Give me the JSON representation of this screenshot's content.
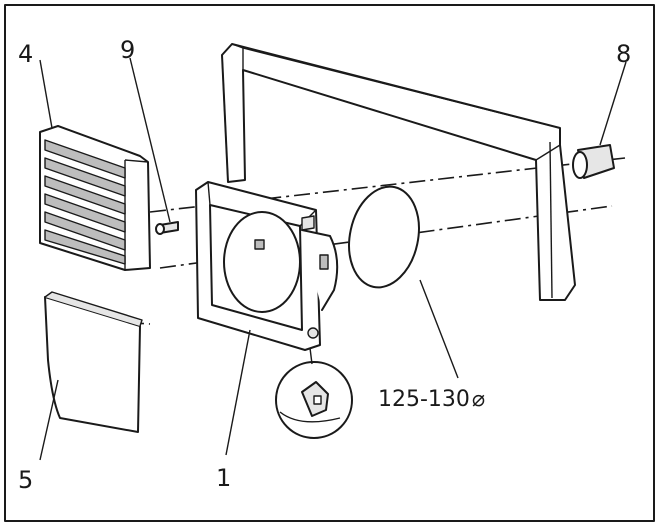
{
  "diagram": {
    "callouts": [
      {
        "id": "callout-4",
        "text": "4"
      },
      {
        "id": "callout-9",
        "text": "9"
      },
      {
        "id": "callout-8",
        "text": "8"
      },
      {
        "id": "callout-5",
        "text": "5"
      },
      {
        "id": "callout-1",
        "text": "1"
      }
    ],
    "dimension_label": "125-130",
    "diameter_symbol": "⌀"
  }
}
